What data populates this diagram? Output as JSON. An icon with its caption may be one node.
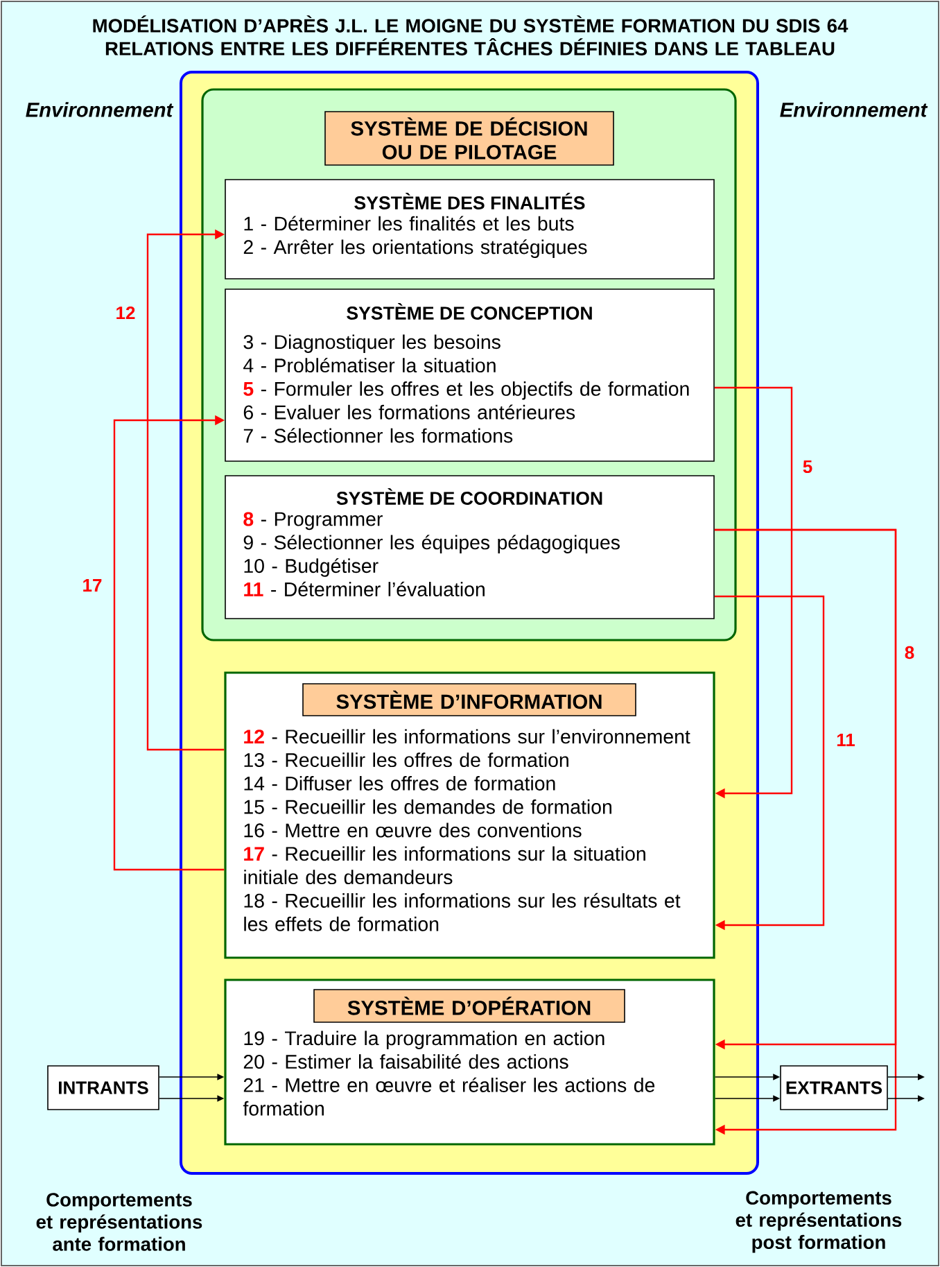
{
  "diagram": {
    "title": "MODÉLISATION D’APRÈS J.L. LE MOIGNE DU SYSTÈME FORMATION DU SDIS 64 RELATIONS ENTRE LES DIFFÉRENTES TÂCHES DÉFINIES DANS LE TABLEAU",
    "nodes": [
      {
        "text": [],
        "shape": "box"
      },
      {
        "text": [
          "SYSTÈME DE DÉCISION OU DE PILOTAGE"
        ],
        "in": 0
      },
      {
        "text": [
          "SYSTÈME DES FINALITÉS",
          "1 - Déterminer les finalités et les buts",
          "2 - Arrêter les orientations stratégiques"
        ],
        "in": 1
      },
      {
        "text": [
          "SYSTÈME DE CONCEPTION",
          "3 - Diagnostiquer les besoins",
          "4 - Problématiser la situation",
          "**5** - Formuler les offres et les objectifs de formation",
          "6 - Evaluer les formations antérieures",
          "7 - Sélectionner les formations"
        ],
        "in": 1
      },
      {
        "text": [
          "SYSTÈME DE COORDINATION",
          "**8** - Programmer",
          "9 - Sélectionner les équipes pédagogiques",
          "10 - Budgétiser",
          "**11** - Déterminer l’évaluation"
        ],
        "in": 1
      },
      {
        "text": [
          "SYSTÈME D’INFORMATION",
          "**12** - Recueillir les informations sur l’environnement",
          "13 - Recueillir les offres de formation",
          "14 - Diffuser les offres de formation",
          "15 - Recueillir les demandes de formation",
          "16 - Mettre en œuvre des conventions",
          "**17** - Recueillir les informations sur la situation initiale des demandeurs",
          "18 - Recueillir les informations sur les résultats et les effets de formation"
        ],
        "in": 0
      },
      {
        "text": [
          "SYSTÈME D’OPÉRATION",
          "19 - Traduire la programmation en action",
          "20 - Estimer la faisabilité des actions",
          "21 - Mettre en œuvre et réaliser les actions de formation"
        ],
        "in": 0
      },
      {
        "text": [
          "INTRANTS"
        ]
      },
      {
        "text": [
          "EXTRANTS"
        ]
      }
    ],
    "edges": [
      {
        "from": 5,
        "to": 2,
        "arrow": "to",
        "label": "12",
        "color": "#ff0000"
      },
      {
        "from": 5,
        "to": 3,
        "arrow": "to",
        "label": "17",
        "color": "#ff0000"
      },
      {
        "from": 3,
        "to": 5,
        "arrow": "to",
        "label": "5",
        "color": "#ff0000"
      },
      {
        "from": 4,
        "to": 6,
        "arrow": "to",
        "label": "8",
        "color": "#ff0000"
      },
      {
        "from": 4,
        "to": 6,
        "arrow": "to",
        "color": "#ff0000"
      },
      {
        "from": 4,
        "to": 5,
        "arrow": "to",
        "label": "11",
        "color": "#ff0000"
      },
      {
        "from": 7,
        "to": 6,
        "arrow": "to",
        "color": "#000000"
      },
      {
        "from": 7,
        "to": 6,
        "arrow": "to",
        "color": "#000000"
      },
      {
        "from": 6,
        "to": 8,
        "arrow": "to",
        "color": "#000000"
      },
      {
        "from": 6,
        "to": 8,
        "arrow": "to",
        "color": "#000000"
      },
      {
        "from": 8,
        "to": null,
        "arrow": "to",
        "color": "#000000"
      },
      {
        "from": 8,
        "to": null,
        "arrow": "to",
        "color": "#000000"
      }
    ],
    "labels": [
      "Environnement",
      "Environnement",
      "Comportements et représentations ante formation",
      "Comportements et représentations post formation"
    ]
  }
}
